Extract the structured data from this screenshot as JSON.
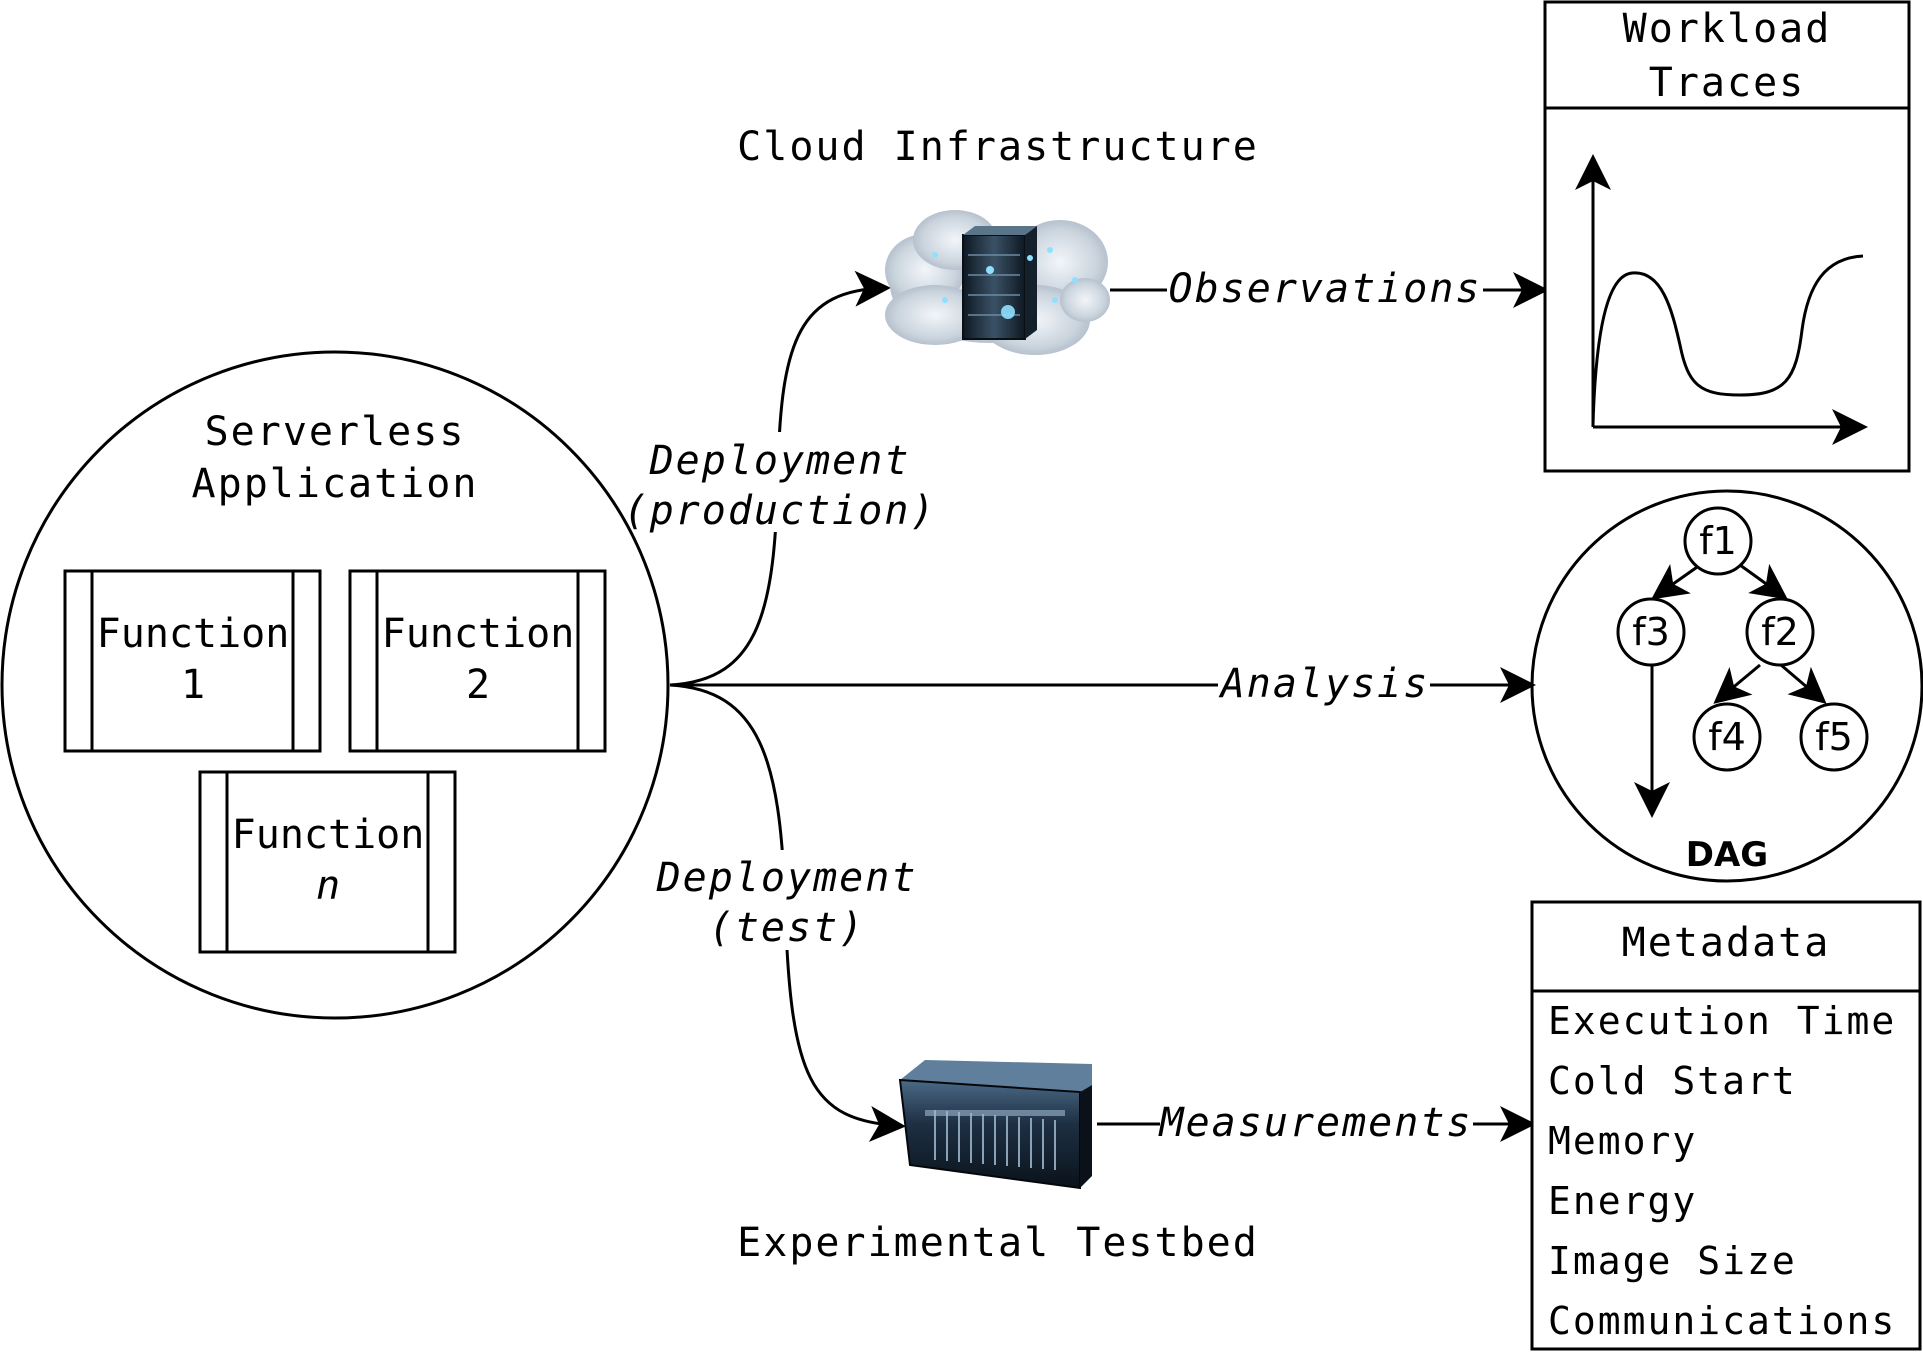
{
  "application": {
    "title_line1": "Serverless",
    "title_line2": "Application",
    "functions": [
      {
        "label": "Function",
        "index": "1"
      },
      {
        "label": "Function",
        "index": "2"
      },
      {
        "label": "Function",
        "index": "n"
      }
    ]
  },
  "infrastructure": {
    "cloud_label": "Cloud Infrastructure",
    "testbed_label": "Experimental Testbed"
  },
  "edges": {
    "deploy_prod_line1": "Deployment",
    "deploy_prod_line2": "(production)",
    "deploy_test_line1": "Deployment",
    "deploy_test_line2": "(test)",
    "observations": "Observations",
    "analysis": "Analysis",
    "measurements": "Measurements"
  },
  "workload": {
    "title_line1": "Workload",
    "title_line2": "Traces"
  },
  "dag": {
    "label": "DAG",
    "nodes": [
      "f1",
      "f2",
      "f3",
      "f4",
      "f5"
    ]
  },
  "metadata": {
    "title": "Metadata",
    "items": [
      "Execution Time",
      "Cold Start",
      "Memory",
      "Energy",
      "Image Size",
      "Communications"
    ]
  },
  "colors": {
    "stroke": "#000000",
    "cloud": "#cfd8e0",
    "server_dark": "#1c2a38",
    "server_glow": "#7fd4ff"
  }
}
